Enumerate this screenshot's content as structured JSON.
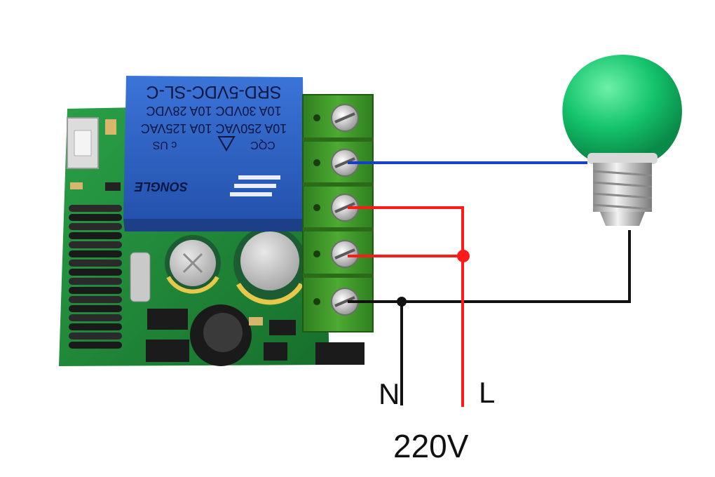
{
  "relay": {
    "model": "SRD-5VDC-SL-C",
    "rating_1": "10A 30VDC 10A 28VDC",
    "rating_2": "10A 250VAC 10A 125VAC",
    "brand": "SONGLE",
    "cert_cqc": "CQC",
    "cert_ul": "c US"
  },
  "labels": {
    "neutral": "N",
    "live": "L",
    "voltage": "220V"
  },
  "colors": {
    "pcb": "#1f8f3a",
    "relay": "#2f63c5",
    "terminal": "#3f9a2a",
    "wire_blue": "#1740c8",
    "wire_red": "#ff1a1a",
    "wire_black": "#111111",
    "bulb": "#12c46a"
  }
}
